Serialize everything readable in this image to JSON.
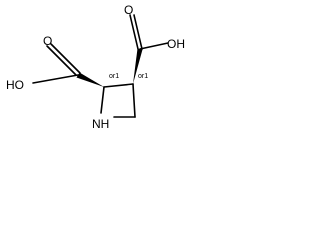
{
  "molecule": {
    "atoms": {
      "oh_right": "OH",
      "o_right": "O",
      "oh_left": "HO",
      "o_left": "O",
      "nh": "NH"
    },
    "stereo_descriptors": {
      "c2": "or1",
      "c3": "or1"
    }
  }
}
